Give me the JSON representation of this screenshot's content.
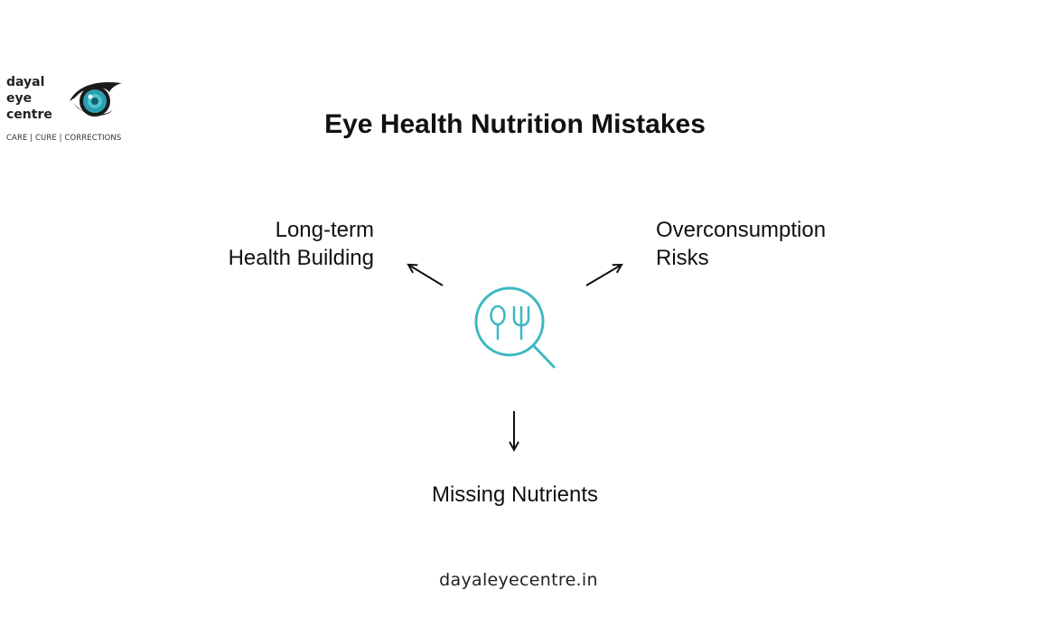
{
  "logo": {
    "lines": [
      "dayal",
      "eye",
      "centre"
    ],
    "tagline": "CARE | CURE | CORRECTIONS",
    "icon": "eye-icon"
  },
  "title": "Eye Health Nutrition Mistakes",
  "center_icon": "magnifier-cutlery-icon",
  "nodes": {
    "left": "Long-term\nHealth Building",
    "right": "Overconsumption\nRisks",
    "bottom": "Missing Nutrients"
  },
  "footer": "dayaleyecentre.in",
  "colors": {
    "accent": "#3db8c2",
    "text": "#111111",
    "eye_dark": "#1a1a1a"
  }
}
